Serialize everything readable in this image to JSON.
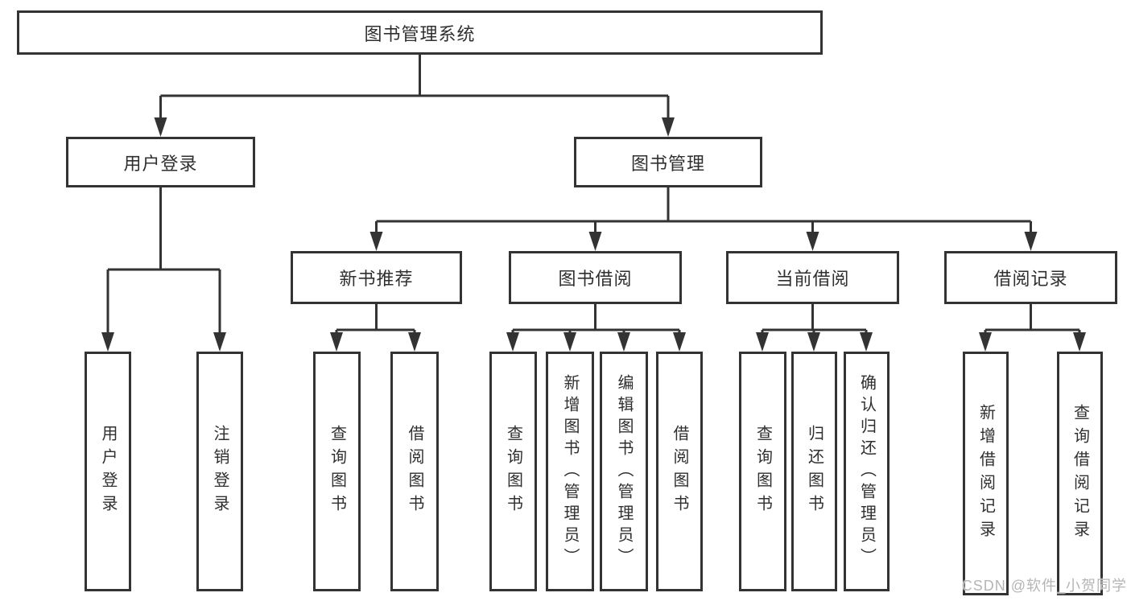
{
  "diagram": {
    "root": {
      "label": "图书管理系统"
    },
    "branches": {
      "user_login": {
        "label": "用户登录"
      },
      "book_mgmt": {
        "label": "图书管理"
      }
    },
    "modules": {
      "new_book": {
        "label": "新书推荐"
      },
      "book_borrow": {
        "label": "图书借阅"
      },
      "current_borrow": {
        "label": "当前借阅"
      },
      "borrow_record": {
        "label": "借阅记录"
      }
    },
    "functions": {
      "login": {
        "label": "用户登录"
      },
      "logout": {
        "label": "注销登录"
      },
      "nb_query": {
        "label": "查询图书"
      },
      "nb_borrow": {
        "label": "借阅图书"
      },
      "bb_query": {
        "label": "查询图书"
      },
      "bb_add": {
        "label": "新增图书（管理员）"
      },
      "bb_edit": {
        "label": "编辑图书（管理员）"
      },
      "bb_borrow": {
        "label": "借阅图书"
      },
      "cb_query": {
        "label": "查询图书"
      },
      "cb_return": {
        "label": "归还图书"
      },
      "cb_confirm": {
        "label": "确认归还（管理员）"
      },
      "br_add": {
        "label": "新增借阅记录"
      },
      "br_query": {
        "label": "查询借阅记录"
      }
    },
    "watermark": {
      "text": "CSDN @软件_小贺同学"
    },
    "colors": {
      "line": "#333333",
      "box_border": "#333333",
      "text": "#2f2f2f",
      "watermark": "#b5b5b5",
      "background": "#ffffff"
    }
  }
}
